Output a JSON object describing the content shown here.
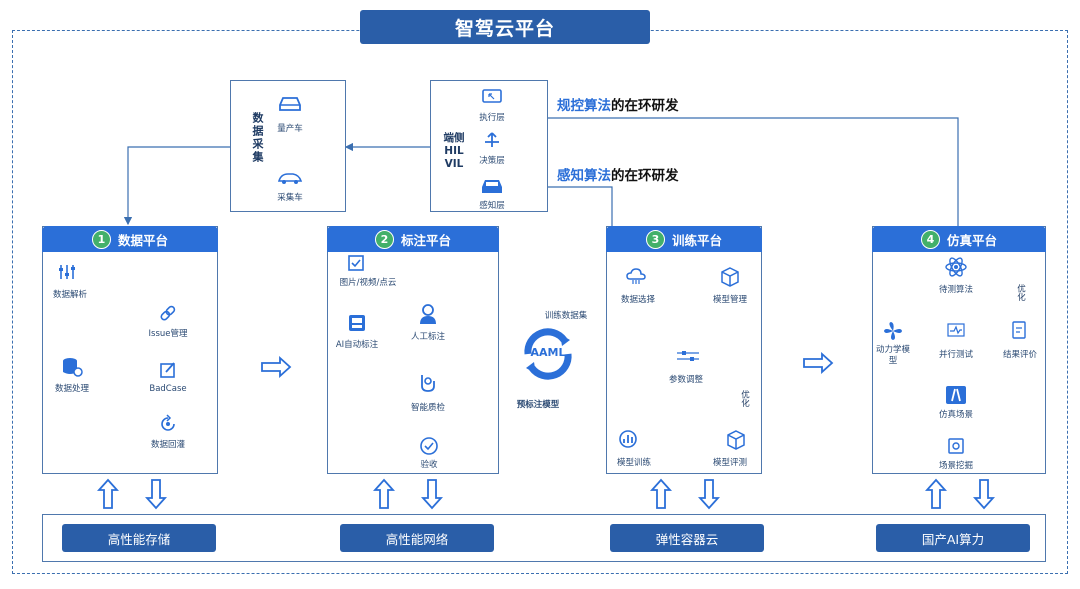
{
  "title": "智驾云平台",
  "data_collection": {
    "label": "数据采集",
    "items": [
      "量产车",
      "采集车"
    ]
  },
  "edge": {
    "label_line1": "端侧",
    "label_line2": "HIL",
    "label_line3": "VIL",
    "layers": [
      "执行层",
      "决策层",
      "感知层"
    ]
  },
  "loop_labels": {
    "control": {
      "highlight": "规控算法",
      "rest": "的在环研发"
    },
    "perception": {
      "highlight": "感知算法",
      "rest": "的在环研发"
    }
  },
  "platforms": [
    {
      "num": "1",
      "name": "数据平台",
      "items": {
        "parse": "数据解析",
        "process": "数据处理",
        "issue": "Issue管理",
        "badcase": "BadCase",
        "loop": "数据回灌"
      }
    },
    {
      "num": "2",
      "name": "标注平台",
      "items": {
        "source": "图片/视频/点云",
        "auto": "AI自动标注",
        "manual": "人工标注",
        "qc": "智能质检",
        "accept": "验收"
      }
    },
    {
      "num": "3",
      "name": "训练平台",
      "items": {
        "select": "数据选择",
        "model_mgmt": "模型管理",
        "tune": "参数调整",
        "train": "模型训练",
        "eval": "模型评测",
        "optimize": "优化"
      }
    },
    {
      "num": "4",
      "name": "仿真平台",
      "items": {
        "algo": "待测算法",
        "optimize": "优化",
        "dynamics": "动力学模型",
        "parallel": "并行测试",
        "result": "结果评价",
        "scene": "仿真场景",
        "mining": "场景挖掘"
      }
    }
  ],
  "aaml": {
    "logo": "AAML",
    "top_label": "训练数据集",
    "bottom_label": "预标注模型"
  },
  "infrastructure": [
    "高性能存储",
    "高性能网络",
    "弹性容器云",
    "国产AI算力"
  ],
  "colors": {
    "primary": "#2b6fd8",
    "dark": "#2a5ea8",
    "badge": "#43b06a"
  }
}
